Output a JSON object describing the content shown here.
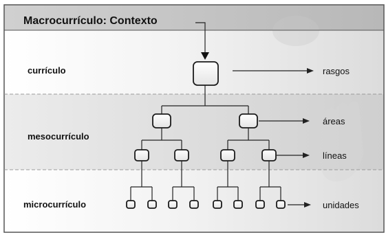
{
  "title": "Macrocurrículo: Contexto",
  "levels": {
    "curriculo": "currículo",
    "mesocurriculo": "mesocurrículo",
    "microcurriculo": "microcurrículo"
  },
  "outputs": {
    "rasgos": "rasgos",
    "areas": "áreas",
    "lineas": "líneas",
    "unidades": "unidades"
  },
  "colors": {
    "frame": "#555555",
    "title_band": "#bdbdbd",
    "band_light": "#e6e6e6",
    "band_mid": "#d4d4d4",
    "node_border": "#1a1a1a",
    "line": "#222222"
  }
}
